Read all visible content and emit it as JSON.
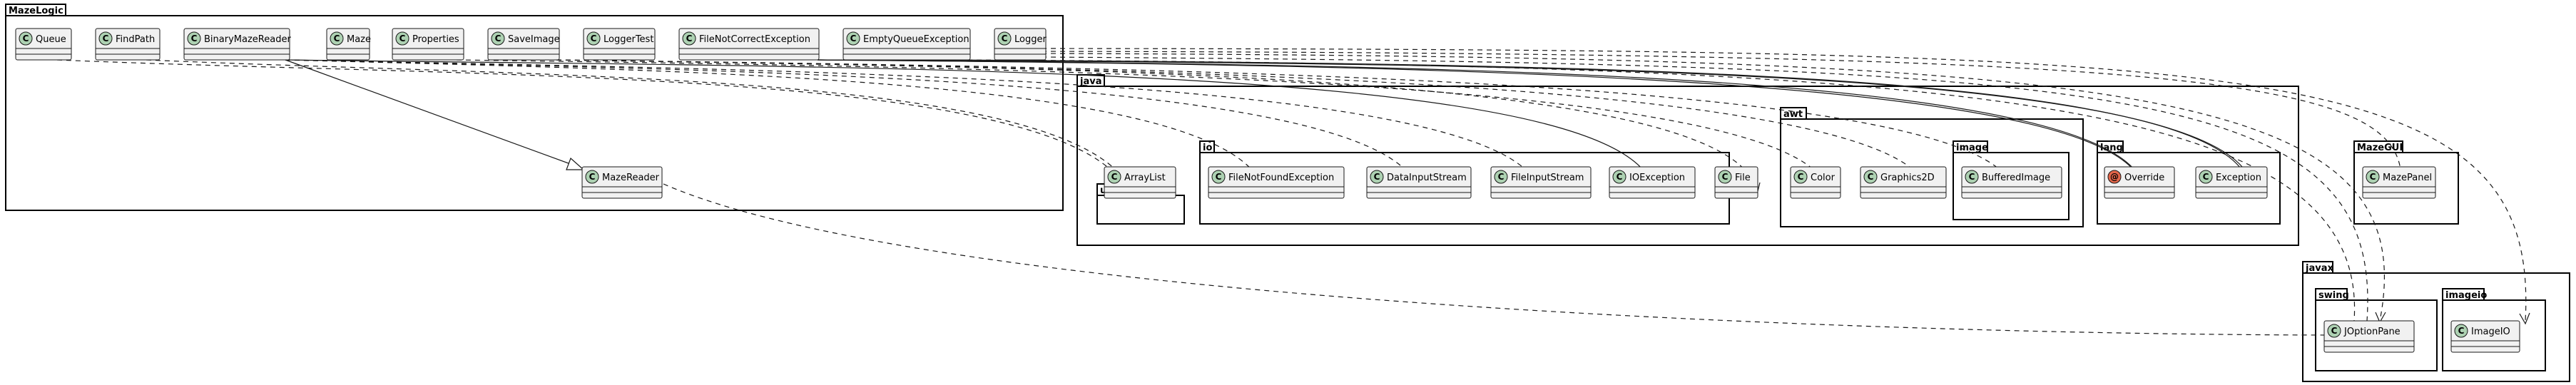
{
  "packages": {
    "mazelogic": "MazeLogic",
    "java": "java",
    "util": "util",
    "io": "io",
    "awt": "awt",
    "image": "image",
    "lang": "lang",
    "mazegui": "MazeGUI",
    "javax": "javax",
    "swing": "swing",
    "imageio": "imageio"
  },
  "classes": {
    "queue": "Queue",
    "findpath": "FindPath",
    "binarymazereader": "BinaryMazeReader",
    "maze": "Maze",
    "properties": "Properties",
    "saveimage": "SaveImage",
    "loggertest": "LoggerTest",
    "filenotcorrectexception": "FileNotCorrectException",
    "emptyqueueexception": "EmptyQueueException",
    "logger": "Logger",
    "mazereader": "MazeReader",
    "arraylist": "ArrayList",
    "filenotfoundexception": "FileNotFoundException",
    "datainputstream": "DataInputStream",
    "fileinputstream": "FileInputStream",
    "ioexception": "IOException",
    "file": "File",
    "color": "Color",
    "graphics2d": "Graphics2D",
    "bufferedimage": "BufferedImage",
    "override": "Override",
    "exception": "Exception",
    "mazepanel": "MazePanel",
    "joptionpane": "JOptionPane",
    "imageio": "ImageIO"
  },
  "stereotype_letters": {
    "class": "C",
    "annotation": "@"
  },
  "colors": {
    "class_circle": "#add1b2",
    "annotation_circle": "#e3664a",
    "class_fill": "#f1f1f1",
    "border": "#181818"
  }
}
